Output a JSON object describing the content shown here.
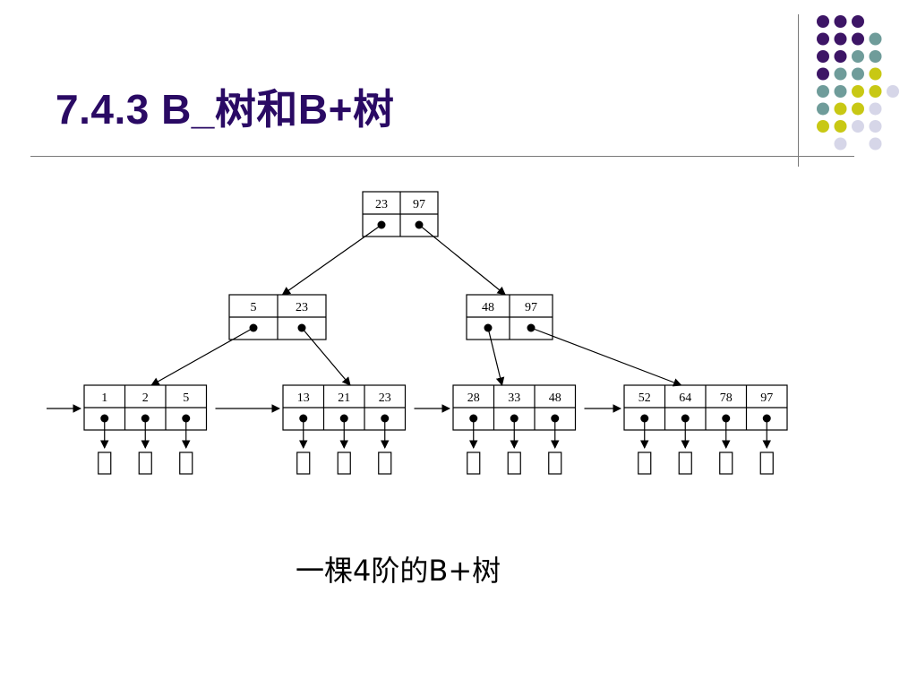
{
  "slide": {
    "title": "7.4.3  B_树和B+树",
    "caption": "一棵4阶的B+树"
  },
  "colors": {
    "title": "#2a0a64",
    "dot_purple": "#3d1566",
    "dot_teal": "#6f9c9a",
    "dot_yellow": "#c8c814",
    "dot_lavender": "#d6d6e8"
  },
  "decor": {
    "dot_grid_rows": [
      [
        "purple",
        "purple",
        "purple"
      ],
      [
        "purple",
        "purple",
        "purple",
        "teal"
      ],
      [
        "purple",
        "purple",
        "teal",
        "teal"
      ],
      [
        "purple",
        "teal",
        "teal",
        "yellow"
      ],
      [
        "teal",
        "teal",
        "yellow",
        "yellow",
        "lavender"
      ],
      [
        "teal",
        "yellow",
        "yellow",
        "lavender"
      ],
      [
        "yellow",
        "yellow",
        "lavender",
        "lavender"
      ],
      [
        "lavender",
        "lavender"
      ]
    ]
  },
  "tree": {
    "root": {
      "keys": [
        "23",
        "97"
      ]
    },
    "level1": [
      {
        "keys": [
          "5",
          "23"
        ]
      },
      {
        "keys": [
          "48",
          "97"
        ]
      }
    ],
    "leaves": [
      {
        "keys": [
          "1",
          "2",
          "5"
        ]
      },
      {
        "keys": [
          "13",
          "21",
          "23"
        ]
      },
      {
        "keys": [
          "28",
          "33",
          "48"
        ]
      },
      {
        "keys": [
          "52",
          "64",
          "78",
          "97"
        ]
      }
    ]
  }
}
